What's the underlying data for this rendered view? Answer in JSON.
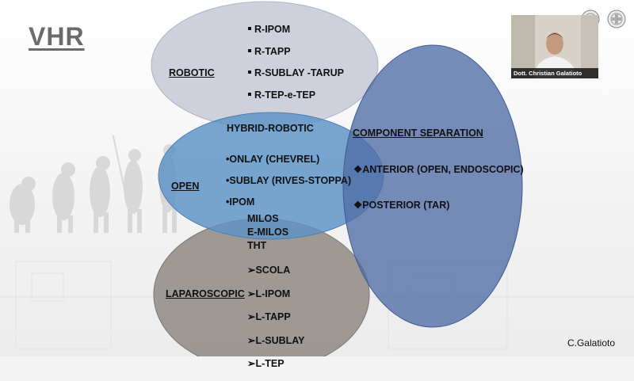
{
  "slide": {
    "title": "VHR",
    "credit": "C.Galatioto"
  },
  "robotic": {
    "label": "ROBOTIC",
    "items": [
      "R-IPOM",
      "R-TAPP",
      "R-SUBLAY -TARUP",
      "R-TEP-e-TEP"
    ]
  },
  "hybrid": {
    "label": "HYBRID-ROBOTIC"
  },
  "open": {
    "label": "OPEN",
    "items": [
      "•ONLAY (CHEVREL)",
      "•SUBLAY (RIVES-STOPPA)",
      "•IPOM"
    ]
  },
  "open_laparoscopic_overlap": {
    "items": [
      "MILOS",
      "E-MILOS",
      "THT"
    ]
  },
  "laparoscopic": {
    "label": "LAPAROSCOPIC",
    "items": [
      "➢SCOLA",
      "➢L-IPOM",
      "➢L-TAPP",
      "➢L-SUBLAY",
      "➢L-TEP"
    ]
  },
  "component_separation": {
    "label": "COMPONENT SEPARATION",
    "items": [
      "❖ANTERIOR (OPEN, ENDOSCOPIC)",
      "❖POSTERIOR (TAR)"
    ]
  },
  "webcam": {
    "name": "Dott. Christian Galatioto"
  },
  "colors": {
    "robotic_circle": "#c9ccd8",
    "open_circle": "#5b93c7",
    "laparoscopic_circle": "#8f8a85",
    "component_circle": "#4f6da7"
  }
}
